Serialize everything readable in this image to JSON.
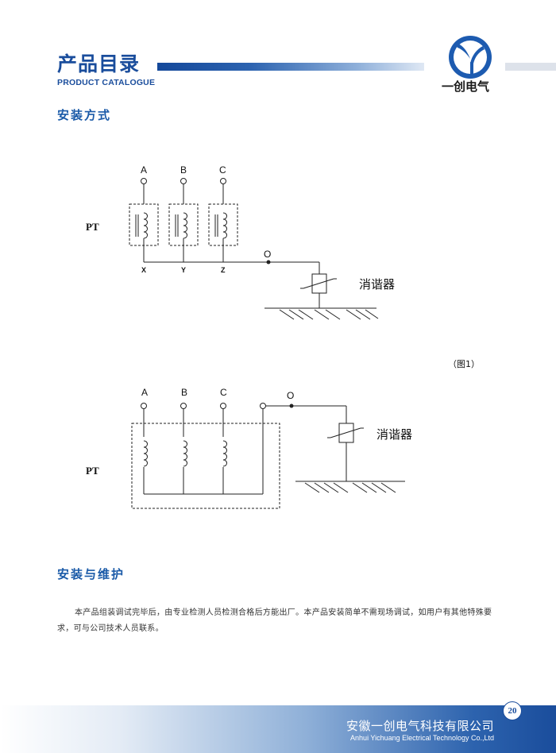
{
  "header": {
    "title": "产品目录",
    "subtitle": "PRODUCT CATALOGUE",
    "logo_text": "一创电气"
  },
  "section1": {
    "title": "安装方式"
  },
  "figure1": {
    "phases": [
      "A",
      "B",
      "C"
    ],
    "neutrals": [
      "X",
      "Y",
      "Z"
    ],
    "pt_label": "PT",
    "node_label": "O",
    "device_label": "消谐器",
    "caption": "（图1）"
  },
  "figure2": {
    "phases": [
      "A",
      "B",
      "C"
    ],
    "pt_label": "PT",
    "node_label": "O",
    "device_label": "消谐器"
  },
  "section2": {
    "title": "安装与维护",
    "body": "本产品组装调试完毕后，由专业检测人员检测合格后方能出厂。本产品安装简单不需现场调试，如用户有其他特殊要求，可与公司技术人员联系。"
  },
  "footer": {
    "company_cn": "安徽一创电气科技有限公司",
    "company_en": "Anhui Yichuang Electrical Technology Co.,Ltd",
    "page_number": "20"
  },
  "colors": {
    "brand_blue": "#1a4d9c",
    "section_blue": "#1a5aa8",
    "logo_yellow": "#f2c200"
  }
}
